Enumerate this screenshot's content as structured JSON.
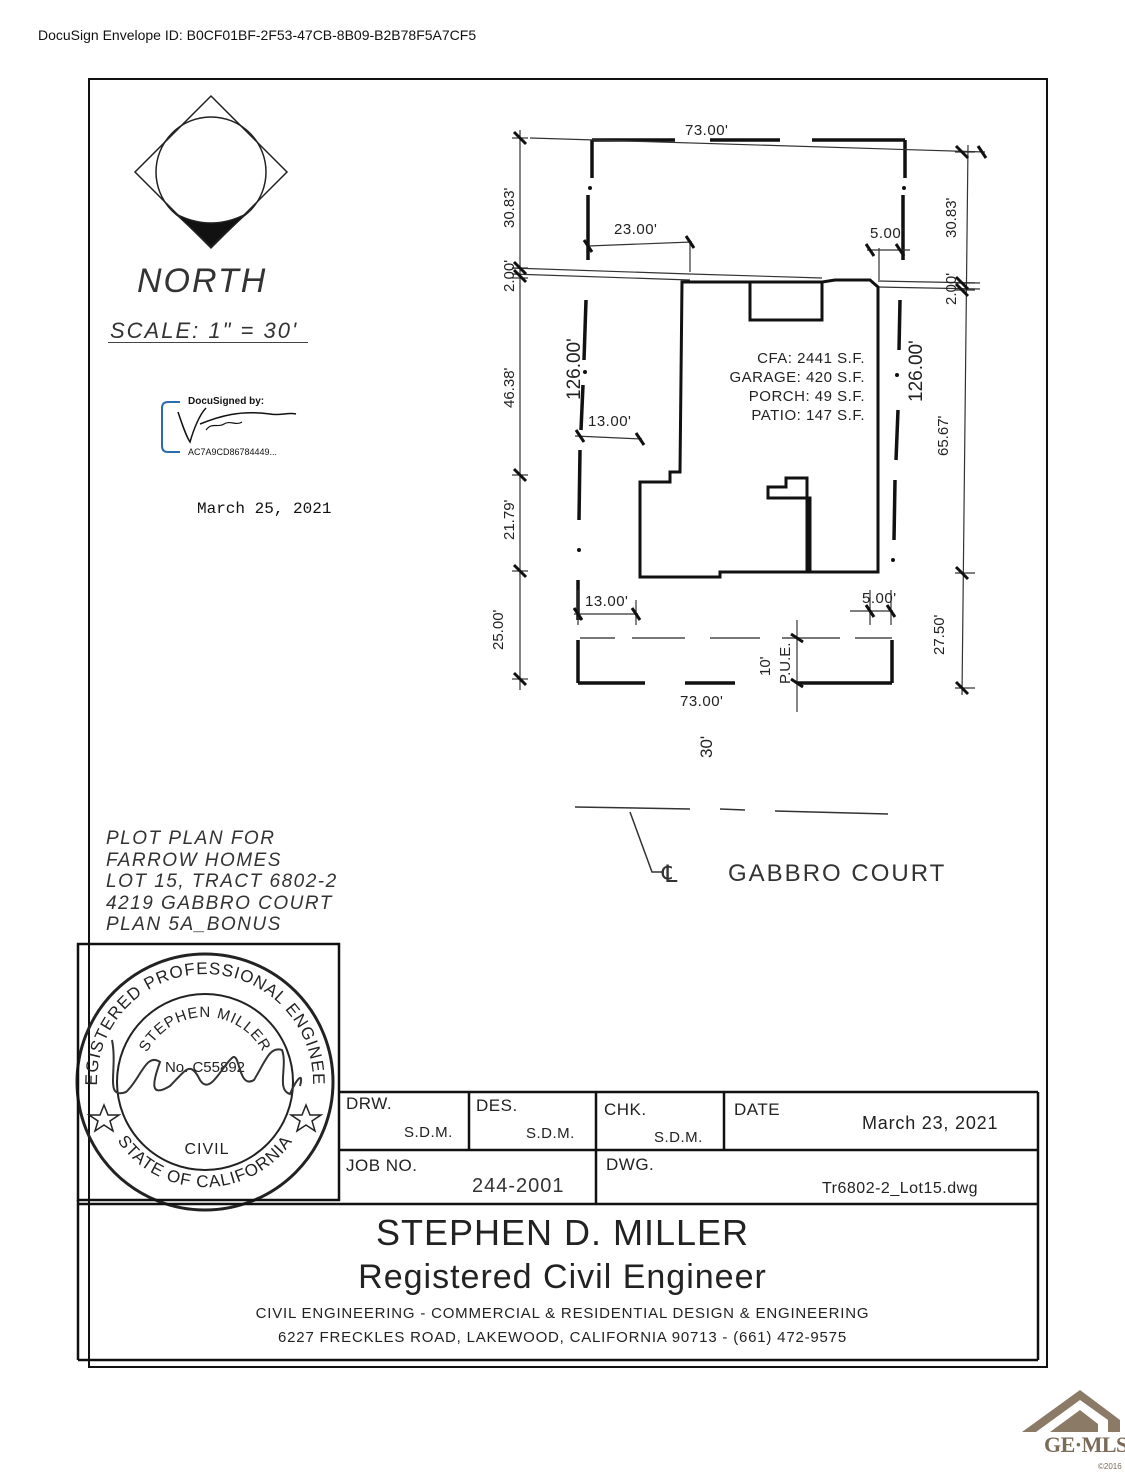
{
  "envelope_id": "DocuSign Envelope ID: B0CF01BF-2F53-47CB-8B09-B2B78F5A7CF5",
  "north": {
    "label": "NORTH",
    "scale": "SCALE: 1\" = 30'"
  },
  "docusign": {
    "label": "DocuSigned by:",
    "id": "AC7A9CD86784449...",
    "date": "March 25, 2021"
  },
  "dimensions": {
    "width_top": "73.00'",
    "width_bottom": "73.00'",
    "front_left": "30.83'",
    "front_right": "30.83'",
    "easement_left": "2.00'",
    "easement_right": "2.00'",
    "lot_depth_left": "126.00'",
    "lot_depth_right": "126.00'",
    "side_left": "46.38'",
    "side_right": "65.67'",
    "side_left_lower": "21.79'",
    "rear_left": "25.00'",
    "rear_right": "27.50'",
    "setback_top_left": "23.00'",
    "setback_top_right": "5.00'",
    "setback_mid_left": "13.00'",
    "setback_bot_left": "13.00'",
    "setback_bot_right": "5.00'",
    "pue_num": "10'",
    "pue_label": "P.U.E.",
    "street_width": "30'"
  },
  "areas": {
    "cfa": "CFA: 2441 S.F.",
    "garage": "GARAGE: 420 S.F.",
    "porch": "PORCH: 49 S.F.",
    "patio": "PATIO: 147 S.F."
  },
  "plan_info": {
    "line1": "PLOT PLAN FOR",
    "line2": "FARROW HOMES",
    "line3": "LOT 15, TRACT 6802-2",
    "line4": "4219 GABBRO COURT",
    "line5": "PLAN 5A_BONUS"
  },
  "street": {
    "centerline": "℄",
    "name": "GABBRO COURT"
  },
  "seal": {
    "outer_top": "REGISTERED PROFESSIONAL ENGINEER",
    "inner_top": "STEPHEN MILLER",
    "number": "No. C55892",
    "discipline": "CIVIL",
    "outer_bottom": "STATE OF CALIFORNIA"
  },
  "title_block": {
    "drw_label": "DRW.",
    "drw_value": "S.D.M.",
    "des_label": "DES.",
    "des_value": "S.D.M.",
    "chk_label": "CHK.",
    "chk_value": "S.D.M.",
    "date_label": "DATE",
    "date_value": "March 23, 2021",
    "job_label": "JOB NO.",
    "job_value": "244-2001",
    "dwg_label": "DWG.",
    "dwg_value": "Tr6802-2_Lot15.dwg"
  },
  "firm": {
    "name": "STEPHEN D. MILLER",
    "title": "Registered Civil Engineer",
    "services": "CIVIL ENGINEERING - COMMERCIAL & RESIDENTIAL DESIGN & ENGINEERING",
    "address": "6227 FRECKLES ROAD, LAKEWOOD, CALIFORNIA 90713 - (661) 472-9575"
  },
  "watermark": {
    "brand": "GE·MLS",
    "year": "©2016"
  }
}
